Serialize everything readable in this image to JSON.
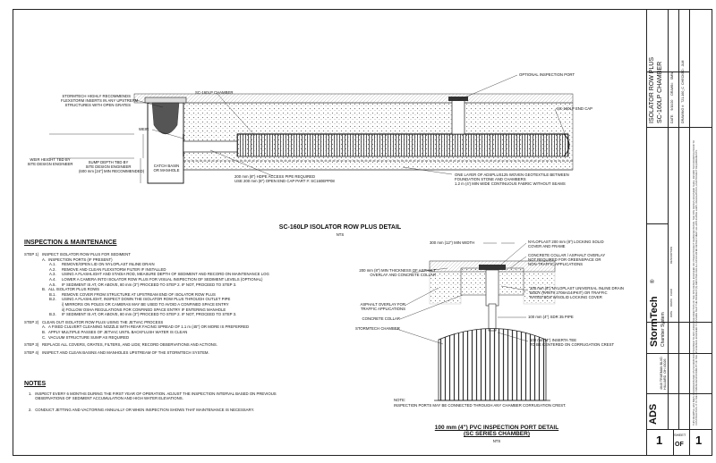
{
  "detail1": {
    "title": "SC-160LP ISOLATOR ROW PLUS DETAIL",
    "scale": "NTS",
    "callouts": {
      "stormtech_recommends": [
        "STORMTECH HIGHLY RECOMMENDS",
        "FLEXSTORM INSERTS IN ANY UPSTREAM",
        "STRUCTURES WITH OPEN GRATES"
      ],
      "sc160lp_chamber": "SC-160LP CHAMBER",
      "optional_port": "OPTIONAL INSPECTION PORT",
      "end_cap": "SC-160LP END CAP",
      "weir": "WEIR",
      "weir_height": [
        "WEIR HEIGHT TBD BY",
        "SITE DESIGN ENGINEER"
      ],
      "sump_depth": [
        "SUMP DEPTH TBD BY",
        "SITE DESIGN ENGINEER",
        "(600 mm [24\"] MIN RECOMMENDED)"
      ],
      "catch_basin": [
        "CATCH BASIN",
        "OR MANHOLE"
      ],
      "hdpe_pipe": [
        "200 mm (8\") HDPE ACCESS PIPE REQUIRED",
        "USE 200 mm (8\") OPEN END CAP PART #: SC160EPP08"
      ],
      "geotextile": [
        "ONE LAYER OF ADSPLUS125 WOVEN GEOTEXTILE BETWEEN",
        "FOUNDATION STONE AND CHAMBERS",
        "1.2 m (4') MIN WIDE CONTINUOUS FABRIC WITHOUT SEAMS"
      ]
    }
  },
  "inspection": {
    "heading": "INSPECTION & MAINTENANCE",
    "lines": [
      {
        "k": "STEP 1)",
        "t": "INSPECT ISOLATOR ROW PLUS FOR SEDIMENT"
      },
      {
        "k": "A.",
        "t": "INSPECTION PORTS (IF PRESENT)"
      },
      {
        "k": "A.1.",
        "t": "REMOVE/OPEN LID ON NYLOPLAST INLINE DRAIN"
      },
      {
        "k": "A.2.",
        "t": "REMOVE AND CLEAN FLEXSTORM FILTER IF INSTALLED"
      },
      {
        "k": "A.3.",
        "t": "USING A FLASHLIGHT AND STADIA ROD, MEASURE DEPTH OF SEDIMENT AND RECORD ON MAINTENANCE LOG"
      },
      {
        "k": "A.4.",
        "t": "LOWER A CAMERA INTO ISOLATOR ROW PLUS FOR VISUAL INSPECTION OF SEDIMENT LEVELS (OPTIONAL)"
      },
      {
        "k": "A.5.",
        "t": "IF SEDIMENT IS AT, OR ABOVE, 80 mm (3\") PROCEED TO STEP 2. IF NOT, PROCEED TO STEP 3."
      },
      {
        "k": "B.",
        "t": "ALL ISOLATOR PLUS ROWS"
      },
      {
        "k": "B.1.",
        "t": "REMOVE COVER FROM STRUCTURE AT UPSTREAM END OF ISOLATOR ROW PLUS"
      },
      {
        "k": "B.2.",
        "t": "USING A FLASHLIGHT, INSPECT DOWN THE ISOLATOR ROW PLUS THROUGH OUTLET PIPE"
      },
      {
        "k": "",
        "t": "i)  MIRRORS ON POLES OR CAMERAS MAY BE USED TO AVOID A CONFINED SPACE ENTRY"
      },
      {
        "k": "",
        "t": "ii)  FOLLOW OSHA REGULATIONS FOR CONFINED SPACE ENTRY IF ENTERING MANHOLE"
      },
      {
        "k": "B.3.",
        "t": "IF SEDIMENT IS AT, OR ABOVE, 80 mm (3\") PROCEED TO STEP 2. IF NOT, PROCEED TO STEP 3."
      },
      {
        "k": "STEP 2)",
        "t": "CLEAN OUT ISOLATOR ROW PLUS USING THE JETVAC PROCESS"
      },
      {
        "k": "A.",
        "t": "A FIXED CULVERT CLEANING NOZZLE WITH REAR FACING SPREAD OF 1.1 m (45\") OR MORE IS PREFERRED"
      },
      {
        "k": "B.",
        "t": "APPLY MULTIPLE PASSES OF JETVAC UNTIL BACKFLUSH WATER IS CLEAN"
      },
      {
        "k": "C.",
        "t": "VACUUM STRUCTURE SUMP AS REQUIRED"
      },
      {
        "k": "STEP 3)",
        "t": "REPLACE ALL COVERS, GRATES, FILTERS, AND LIDS; RECORD OBSERVATIONS AND ACTIONS."
      },
      {
        "k": "STEP 4)",
        "t": "INSPECT AND CLEAN BASINS AND MANHOLES UPSTREAM OF THE STORMTECH SYSTEM."
      }
    ]
  },
  "notes": {
    "heading": "NOTES",
    "items": [
      [
        "1.",
        "INSPECT EVERY 6 MONTHS DURING THE FIRST YEAR OF OPERATION. ADJUST THE INSPECTION INTERVAL BASED ON PREVIOUS",
        "OBSERVATIONS OF SEDIMENT ACCUMULATION AND HIGH WATER ELEVATIONS."
      ],
      [
        "2.",
        "CONDUCT JETTING AND VACTORING ANNUALLY OR WHEN INSPECTION SHOWS THAT MAINTENANCE IS NECESSARY.",
        ""
      ]
    ]
  },
  "detail2": {
    "title1": "100 mm (4\") PVC INSPECTION PORT DETAIL",
    "title2": "(SC SERIES CHAMBER)",
    "scale": "NTS",
    "callouts": {
      "min_width": "300 mm (12\") MIN WIDTH",
      "thickness": [
        "200 mm (8\") MIN THICKNESS OF ASPHALT",
        "OVERLAY AND CONCRETE COLLAR"
      ],
      "asphalt_overlay": [
        "ASPHALT OVERLAY FOR",
        "TRAFFIC APPLICATIONS"
      ],
      "concrete_collar": "CONCRETE COLLAR",
      "stormtech_chamber": "STORMTECH CHAMBER",
      "nyloplast_cover": [
        "NYLOPLAST 200 mm (8\") LOCKING SOLID",
        "COVER AND FRAME"
      ],
      "collar_overlay": [
        "CONCRETE COLLAR / ASPHALT OVERLAY",
        "NOT REQUIRED FOR GREENSPACE OR",
        "NON-TRAFFIC APPLICATIONS"
      ],
      "inline_drain": [
        "200 mm (8\") NYLOPLAST UNIVERSAL INLINE DRAIN",
        "BODY (PART# 2708AG4IPKIT) OR TRAFFIC",
        "RATED BOX W/SOLID LOCKING COVER"
      ],
      "sdr_pipe": "100 mm (4\") SDR 35 PIPE",
      "insert_tee": [
        "100 mm (4\") INSERTA TEE",
        "TO BE CENTERED ON CORRUGATION CREST"
      ],
      "note_label": "NOTE:",
      "note_text": "INSPECTION PORTS MAY BE CONNECTED THROUGH ANY CHAMBER CORRUGATION CREST."
    }
  },
  "title_block": {
    "legal_text": "THIS DRAWING HAS BEEN PREPARED BASED ON INFORMATION PROVIDED TO ADS UNDER THE DIRECTION OF THE SITE DESIGN ENGINEER OR OTHER PROJECT REPRESENTATIVE. THE SITE DESIGN ENGINEER SHALL REVIEW THIS DRAWING PRIOR TO CONSTRUCTION. IT IS THE ULTIMATE RESPONSIBILITY OF THE SITE DESIGN ENGINEER TO ENSURE THAT THE PRODUCT(S) DEPICTED AND ALL ASSOCIATED DETAILS MEET ALL APPLICABLE LAWS, REGULATIONS, AND PROJECT REQUIREMENTS.",
    "logo": "ADS",
    "address": [
      "4640 TRUEMAN BLVD",
      "HILLIARD, OH 43026"
    ],
    "brand": "StormTech",
    "brand_sub": "Chamber System",
    "rev_headers": [
      "DATE",
      "DRWN",
      "CHKD",
      "DESCRIPTION"
    ],
    "project_title1": "ISOLATOR ROW PLUS",
    "project_title2": "SC-160LP CHAMBER",
    "date_label": "DATE:",
    "date_value": "9/10/20",
    "drawn_label": "DRAWN:",
    "drawn_value": "SMW",
    "drawing_no_label": "DRAWING #:",
    "drawing_no_value": "721-160_C",
    "checked_label": "CHECKED:",
    "checked_value": "JLM",
    "sheet_label": "SHEET",
    "sheet_num": "1",
    "of": "OF",
    "sheet_total": "1"
  }
}
